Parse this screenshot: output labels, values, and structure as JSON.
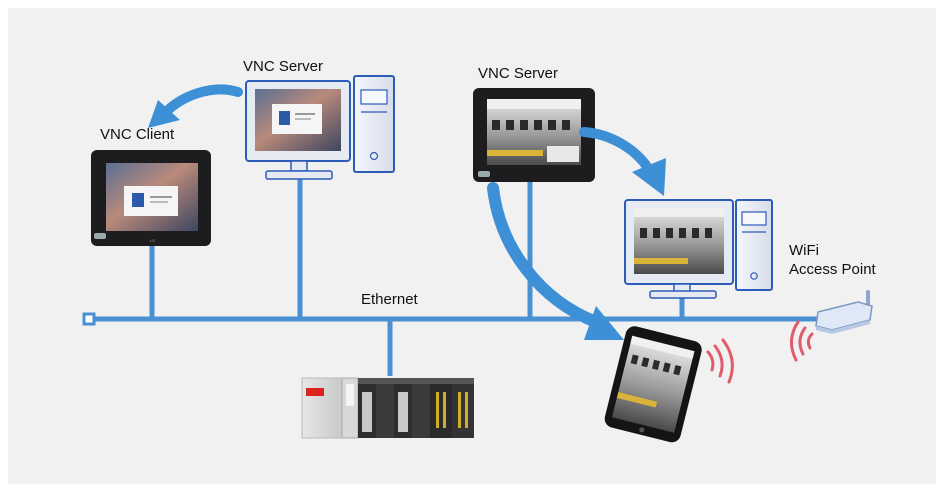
{
  "labels": {
    "vnc_server_left": "VNC Server",
    "vnc_client": "VNC Client",
    "vnc_server_right": "VNC Server",
    "ethernet": "Ethernet",
    "wifi_line1": "WiFi",
    "wifi_line2": "Access Point"
  },
  "colors": {
    "background": "#f1f1f2",
    "network_blue": "#4a90d2",
    "arrow_blue": "#3d8fd6",
    "wifi_red": "#e25b6a",
    "monitor_frame": "#e6eaf3",
    "panel_dark": "#1d1d1f"
  },
  "icons": [
    "vnc-client-panel-icon",
    "vnc-server-pc-icon",
    "hmi-server-panel-icon",
    "monitor-pc-icon",
    "tablet-icon",
    "wifi-access-point-icon",
    "plc-rack-icon",
    "wifi-signal-icon"
  ]
}
